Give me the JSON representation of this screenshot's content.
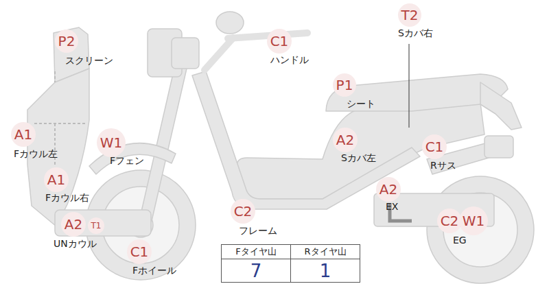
{
  "diagram": {
    "nodes": [
      {
        "text": [
          "P2",
          "スクリーン"
        ]
      },
      {
        "text": [
          "C1",
          "ハンドル"
        ]
      },
      {
        "text": [
          "T2",
          "Sカバ右"
        ]
      },
      {
        "text": [
          "P1",
          "シート"
        ]
      },
      {
        "text": [
          "A1",
          "Fカウル左"
        ]
      },
      {
        "text": [
          "W1",
          "Fフェン"
        ]
      },
      {
        "text": [
          "A2",
          "Sカバ左"
        ]
      },
      {
        "text": [
          "C1",
          "Rサス"
        ]
      },
      {
        "text": [
          "A1",
          "Fカウル右"
        ]
      },
      {
        "text": [
          "A2",
          "EX"
        ]
      },
      {
        "text": [
          "C2",
          "フレーム"
        ]
      },
      {
        "text": [
          "A2",
          "UNカウル"
        ]
      },
      {
        "text": [
          "T1"
        ]
      },
      {
        "text": [
          "C2",
          "EG"
        ]
      },
      {
        "text": [
          "W1"
        ]
      },
      {
        "text": [
          "C1",
          "Fホイール"
        ]
      }
    ],
    "labels": [
      "Fタイヤ山",
      "Rタイヤ山",
      "7",
      "1"
    ]
  }
}
